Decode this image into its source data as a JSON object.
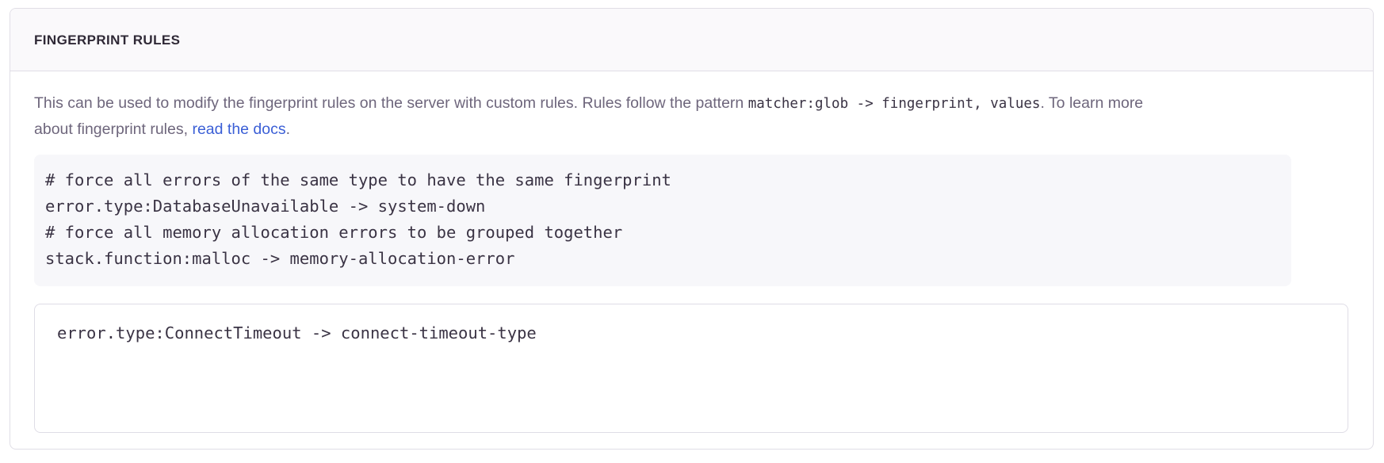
{
  "panel": {
    "title": "FINGERPRINT RULES",
    "description": {
      "part1": "This can be used to modify the fingerprint rules on the server with custom rules. Rules follow the pattern ",
      "code1": "matcher:glob -> fingerprint, values",
      "part2": ". To learn more about fingerprint rules, ",
      "link_text": "read the docs",
      "part3": "."
    },
    "example_code_lines": [
      "# force all errors of the same type to have the same fingerprint",
      "error.type:DatabaseUnavailable -> system-down",
      "# force all memory allocation errors to be grouped together",
      "stack.function:malloc -> memory-allocation-error"
    ],
    "rules_input": {
      "value": "error.type:ConnectTimeout -> connect-timeout-type",
      "placeholder": ""
    }
  },
  "colors": {
    "panel_border": "#e0dee6",
    "header_bg": "#faf9fb",
    "title_text": "#2f2936",
    "description_text": "#6e667c",
    "link": "#3b5fd6",
    "code_bg": "#f7f7fa",
    "code_text": "#3a3344",
    "input_border": "#dfdde6"
  }
}
